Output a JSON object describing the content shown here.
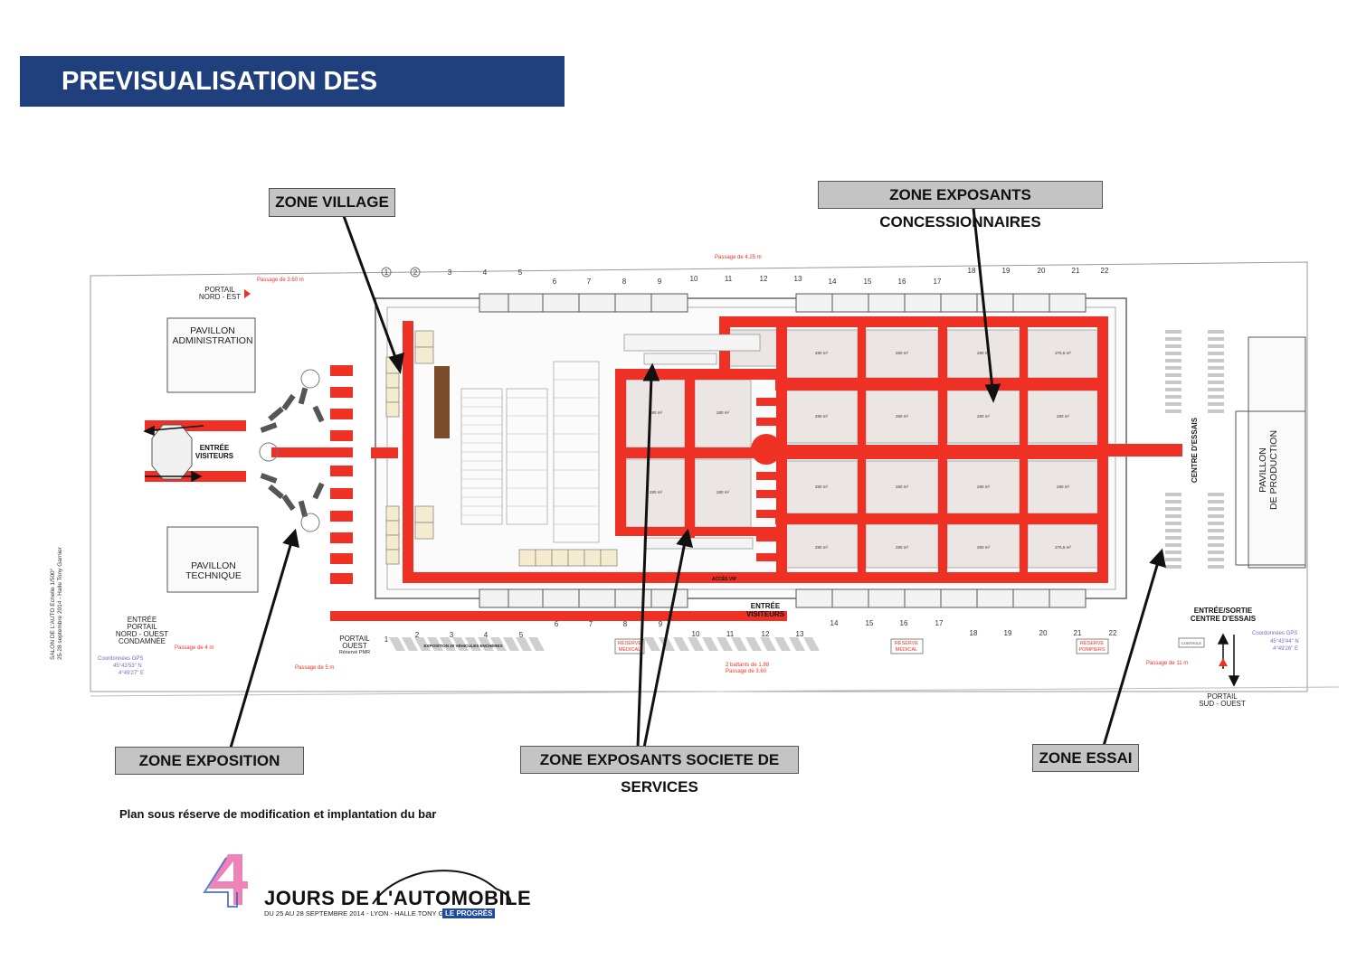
{
  "header": {
    "title": "PREVISUALISATION DES EMPLACEMENTS"
  },
  "callouts": {
    "zone_village": "ZONE VILLAGE",
    "zone_concessionnaires": "ZONE EXPOSANTS CONCESSIONNAIRES",
    "zone_exposition": "ZONE EXPOSITION",
    "zone_services": "ZONE EXPOSANTS SOCIETE DE SERVICES",
    "zone_essai": "ZONE ESSAI"
  },
  "plan": {
    "pavillon_admin": [
      "PAVILLON",
      "ADMINISTRATION"
    ],
    "pavillon_technique": [
      "PAVILLON",
      "TECHNIQUE"
    ],
    "pavillon_production": [
      "PAVILLON",
      "DE PRODUCTION"
    ],
    "portail_nord_est": [
      "PORTAIL",
      "NORD - EST"
    ],
    "portail_nord_ouest": [
      "ENTRÉE",
      "PORTAIL",
      "NORD - OUEST",
      "CONDAMNÉE"
    ],
    "portail_ouest": [
      "PORTAIL",
      "OUEST",
      "Réservé PMR"
    ],
    "portail_sud_ouest": [
      "PORTAIL",
      "SUD - OUEST"
    ],
    "entree_visiteurs_left": [
      "ENTRÉE",
      "VISITEURS"
    ],
    "entree_visiteurs_bottom": [
      "ENTRÉE",
      "VISITEURS"
    ],
    "entree_sortie_essais": [
      "ENTRÉE/SORTIE",
      "CENTRE D'ESSAIS"
    ],
    "centre_essais": "CENTRE D'ESSAIS",
    "passage_top": "Passage de 4.25 m",
    "passage_nord_est": "Passage de 3.60 m",
    "passage_left": "Passage de 4 m",
    "passage_bottom_left": "Passage de 5 m",
    "passage_bottom_mid": [
      "2 battants de 1.88",
      "Passage de 3.60"
    ],
    "passage_right": "Passage de 11 m",
    "gps_left": [
      "Coordonnées GPS",
      "45°43'53\" N",
      "4°49'27\" E"
    ],
    "gps_right": [
      "Coordonnées GPS",
      "45°43'44\" N",
      "4°49'26\" E"
    ],
    "reserve_medical": [
      "RÉSERVE",
      "MÉDICAL"
    ],
    "reserve_pompiers": [
      "RÉSERVE",
      "POMPIERS"
    ],
    "exposition_vehicules": "EXPOSITION 20 VÉHICULES ENCHÈRES",
    "acces_vip": "ACCÈS VIP",
    "controle": "CONTROLE",
    "side_credit": [
      "SALON DE L'AUTO Echelle 1/500°",
      "25-28 septembre 2014 - Halle Tony Garnier"
    ],
    "top_numbers": [
      "1",
      "2",
      "3",
      "4",
      "5",
      "6",
      "7",
      "8",
      "9",
      "10",
      "11",
      "12",
      "13",
      "14",
      "15",
      "16",
      "17",
      "18",
      "19",
      "20",
      "21",
      "22"
    ],
    "bottom_numbers": [
      "1",
      "2",
      "3",
      "4",
      "5",
      "6",
      "7",
      "8",
      "9",
      "10",
      "11",
      "12",
      "13",
      "14",
      "15",
      "16",
      "17",
      "18",
      "19",
      "20",
      "21",
      "22"
    ],
    "stand_area": "280 m²",
    "stand_area_corner": "276,5 m²"
  },
  "footer": {
    "note": "Plan sous réserve de modification et implantation du bar",
    "logo_title": "JOURS DE L'AUTOMOBILE",
    "logo_sub": "DU 25 AU 28 SEPTEMBRE 2014 - LYON - HALLE TONY GARNIER",
    "logo_badge": "LE PROGRÈS"
  },
  "colors": {
    "banner": "#1f3f7d",
    "circulation_red": "#ee3124",
    "callout_bg": "#c4c4c4",
    "stand_fill": "#eae5e3"
  }
}
